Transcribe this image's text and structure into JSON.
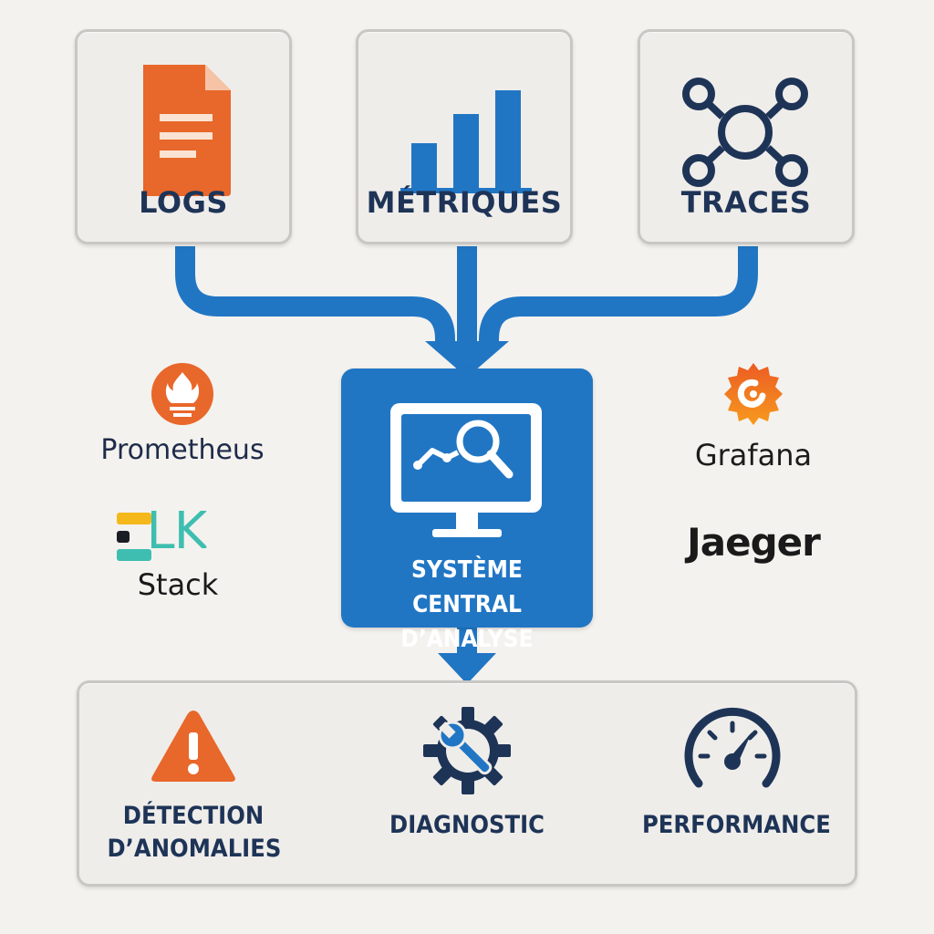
{
  "sources": [
    {
      "id": "logs",
      "label": "LOGS",
      "icon": "document-icon"
    },
    {
      "id": "metrics",
      "label": "MÉTRIQUES",
      "icon": "bar-chart-icon"
    },
    {
      "id": "traces",
      "label": "TRACES",
      "icon": "network-nodes-icon"
    }
  ],
  "center": {
    "line1": "SYSTÈME CENTRAL",
    "line2": "D’ANALYSE",
    "icon": "monitor-magnifier-icon"
  },
  "tools": {
    "prometheus": "Prometheus",
    "grafana": "Grafana",
    "elk_top": "ELK",
    "elk_bottom": "Stack",
    "jaeger": "Jaeger"
  },
  "outcomes": [
    {
      "line1": "DÉTECTION",
      "line2": "D’ANOMALIES",
      "icon": "warning-triangle-icon"
    },
    {
      "line1": "DIAGNOSTIC",
      "icon": "gear-wrench-icon"
    },
    {
      "line1": "PERFORMANCE",
      "icon": "speedometer-icon"
    }
  ],
  "colors": {
    "accent_blue": "#2176c4",
    "navy": "#1e3457",
    "orange": "#e8672a",
    "background": "#f4f2ee"
  }
}
